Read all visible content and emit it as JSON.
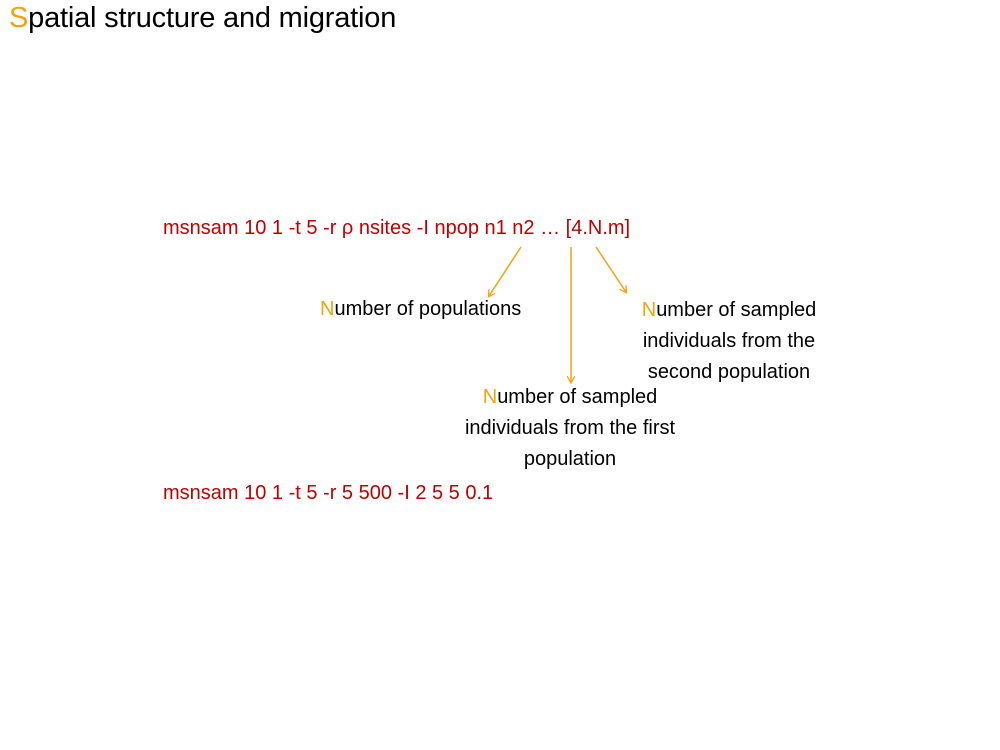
{
  "slide": {
    "title_initial": "S",
    "title_rest": "patial structure and migration",
    "command_template": "msnsam 10 1 -t 5 -r ρ nsites -I npop n1 n2  … [4.N.m]",
    "command_example": "msnsam 10 1 -t 5 -r 5 500 -I 2 5 5 0.1",
    "labels": {
      "npop": {
        "initial": "N",
        "rest": "umber of populations"
      },
      "n2": {
        "initial": "N",
        "line1_rest": "umber of sampled",
        "line2": "individuals from the",
        "line3": "second population"
      },
      "n1": {
        "initial": "N",
        "line1_rest": "umber of sampled",
        "line2": "individuals from the first",
        "line3": "population"
      }
    }
  },
  "colors": {
    "accent": "#f5a20f",
    "command_red": "#c00000",
    "arrow": "#f5a20f"
  }
}
